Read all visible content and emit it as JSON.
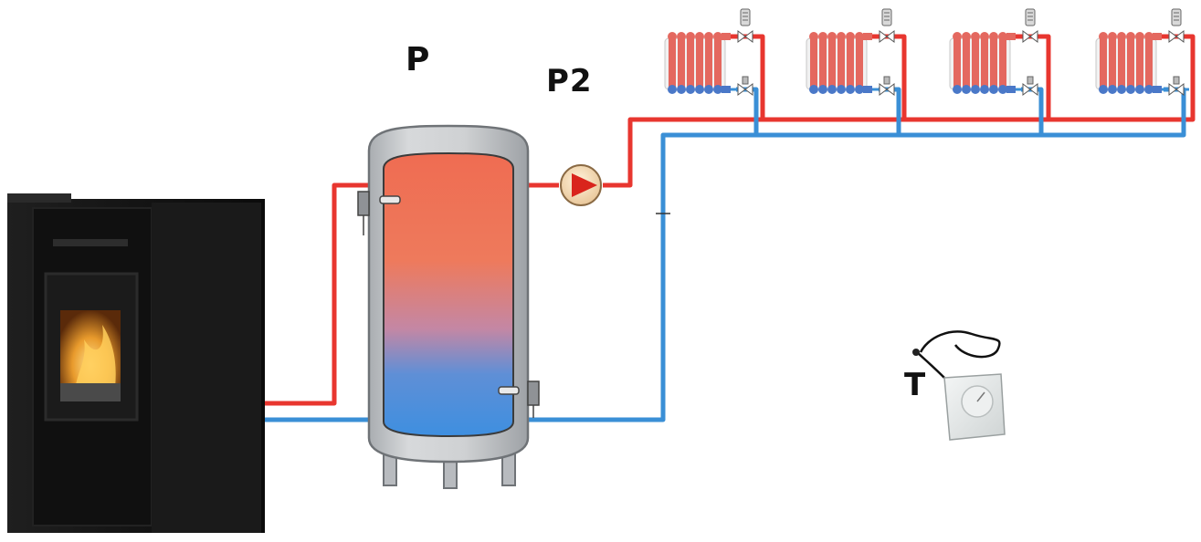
{
  "labels": {
    "puffer": "P",
    "pump": "P2",
    "thermostat": "T"
  },
  "colors": {
    "hot_pipe": "#e8362f",
    "cold_pipe": "#3a8fd6",
    "tank_shell": "#c6c9cc",
    "tank_hot": "#ee7a5c",
    "tank_cold": "#3e8fe0",
    "stove_body": "#151515",
    "flame": "#e8a030",
    "radiator_hot": "#e4685f",
    "radiator_cold": "#4a78c8",
    "thermostat_body": "#e9ecec"
  },
  "diagram": {
    "radiator_count": 4,
    "components": [
      "pellet-stove",
      "puffer-tank",
      "circulation-pump",
      "radiator",
      "room-thermostat"
    ]
  }
}
